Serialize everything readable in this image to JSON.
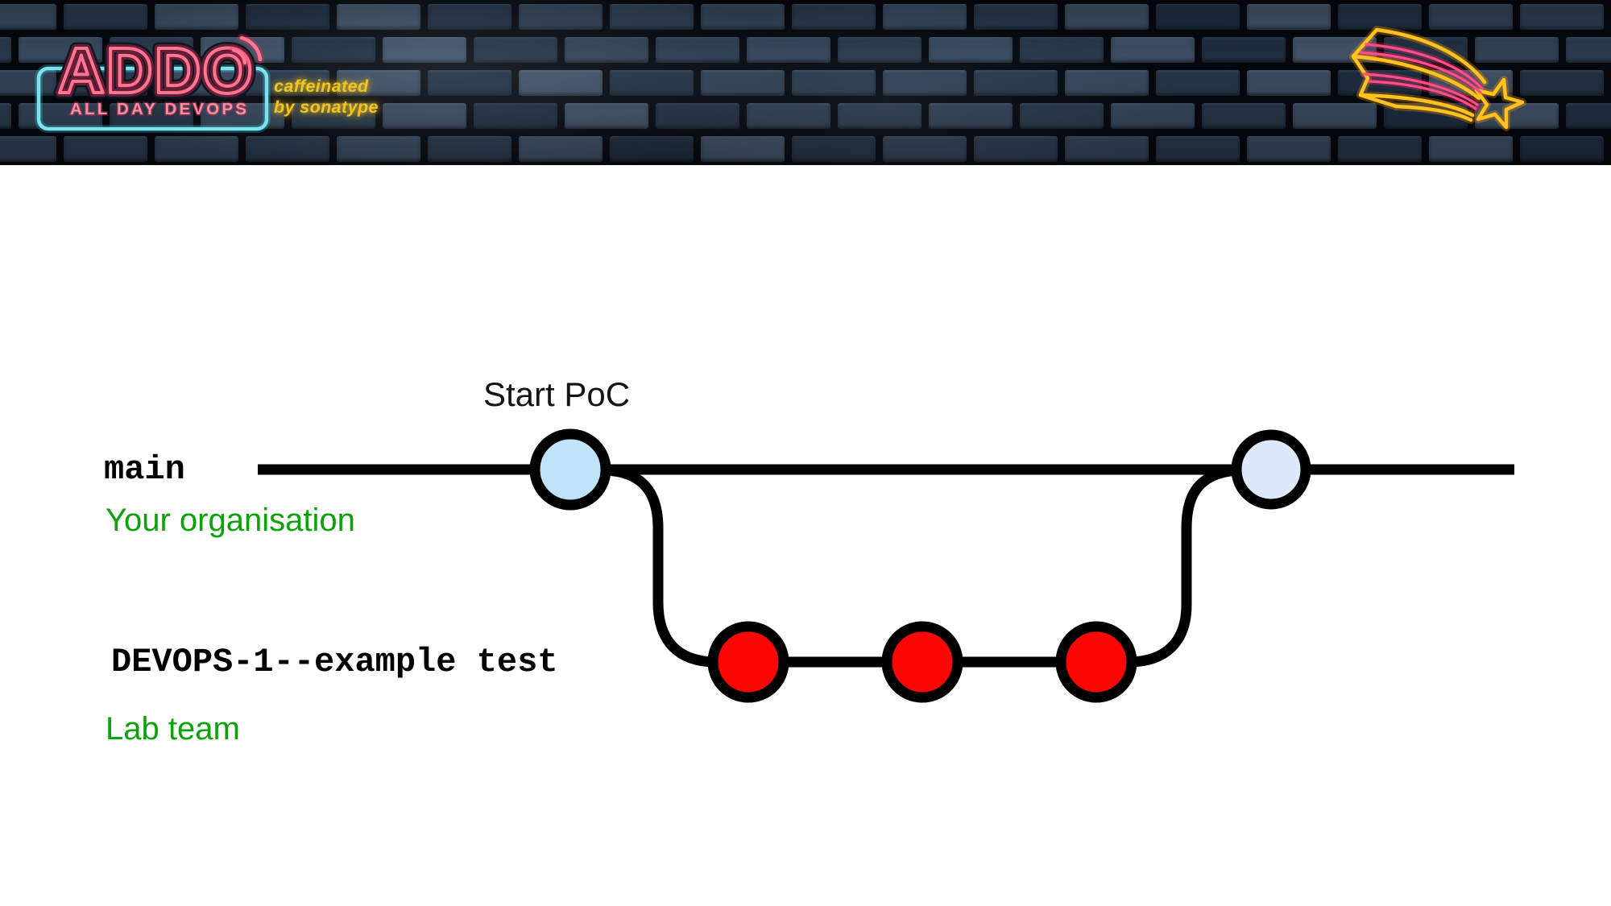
{
  "header": {
    "logo": {
      "title": "ADDO",
      "subtitle": "ALL DAY DEVOPS",
      "tagline_line1": "caffeinated",
      "tagline_line2": "by sonatype"
    },
    "colors": {
      "neon_pink": "#f4607f",
      "neon_cyan": "#70dae8",
      "neon_yellow": "#f2c51d",
      "star_yellow": "#ffb618",
      "star_pink": "#ff2e6c",
      "brick_face": "#31425a",
      "mortar": "#05080e"
    }
  },
  "graph": {
    "type": "git-branch-diagram",
    "annotation": "Start PoC",
    "branches": [
      {
        "name": "main",
        "owner": "Your organisation",
        "commit_count": 2,
        "node_fills": [
          "#bfe3f8",
          "#dde9fa"
        ]
      },
      {
        "name": "DEVOPS-1--example test",
        "owner": "Lab team",
        "commit_count": 3,
        "node_fills": [
          "#fb0505",
          "#fb0505",
          "#fb0505"
        ]
      }
    ],
    "edge_color": "#000000",
    "node_stroke_color": "#000000",
    "owner_label_color": "#0aa30a",
    "annotation_color": "#141414",
    "background": "#ffffff"
  }
}
